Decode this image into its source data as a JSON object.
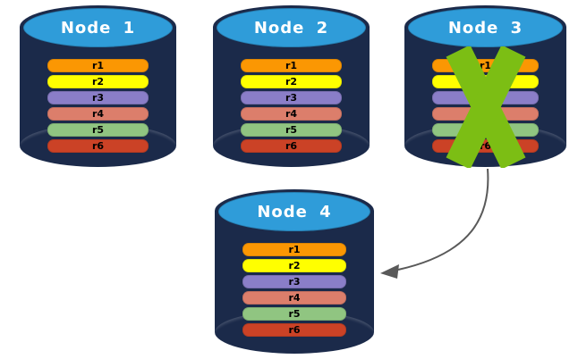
{
  "diagram": {
    "description": "database-replication-node-failure-diagram",
    "nodes": [
      {
        "id": "node-1",
        "label": "Node 1",
        "failed": false
      },
      {
        "id": "node-2",
        "label": "Node 2",
        "failed": false
      },
      {
        "id": "node-3",
        "label": "Node 3",
        "failed": true
      },
      {
        "id": "node-4",
        "label": "Node 4",
        "failed": false
      }
    ],
    "replicas": [
      {
        "label": "r1",
        "color": "#FB9703"
      },
      {
        "label": "r2",
        "color": "#FFFF00"
      },
      {
        "label": "r3",
        "color": "#8A7EC8"
      },
      {
        "label": "r4",
        "color": "#DC7E6B"
      },
      {
        "label": "r5",
        "color": "#90C581"
      },
      {
        "label": "r6",
        "color": "#CB4226"
      }
    ],
    "failure_icon": "x-mark",
    "arrow": {
      "from": "node-3",
      "to": "node-4"
    },
    "colors": {
      "cylinder_body": "#1B2A4A",
      "cylinder_cap": "#2F9CD9",
      "failure_x": "#7CBE14",
      "arrow": "#595959",
      "node_label_text": "#FFFFFF",
      "replica_label_text": "#000000",
      "background": "#FFFFFF"
    }
  }
}
